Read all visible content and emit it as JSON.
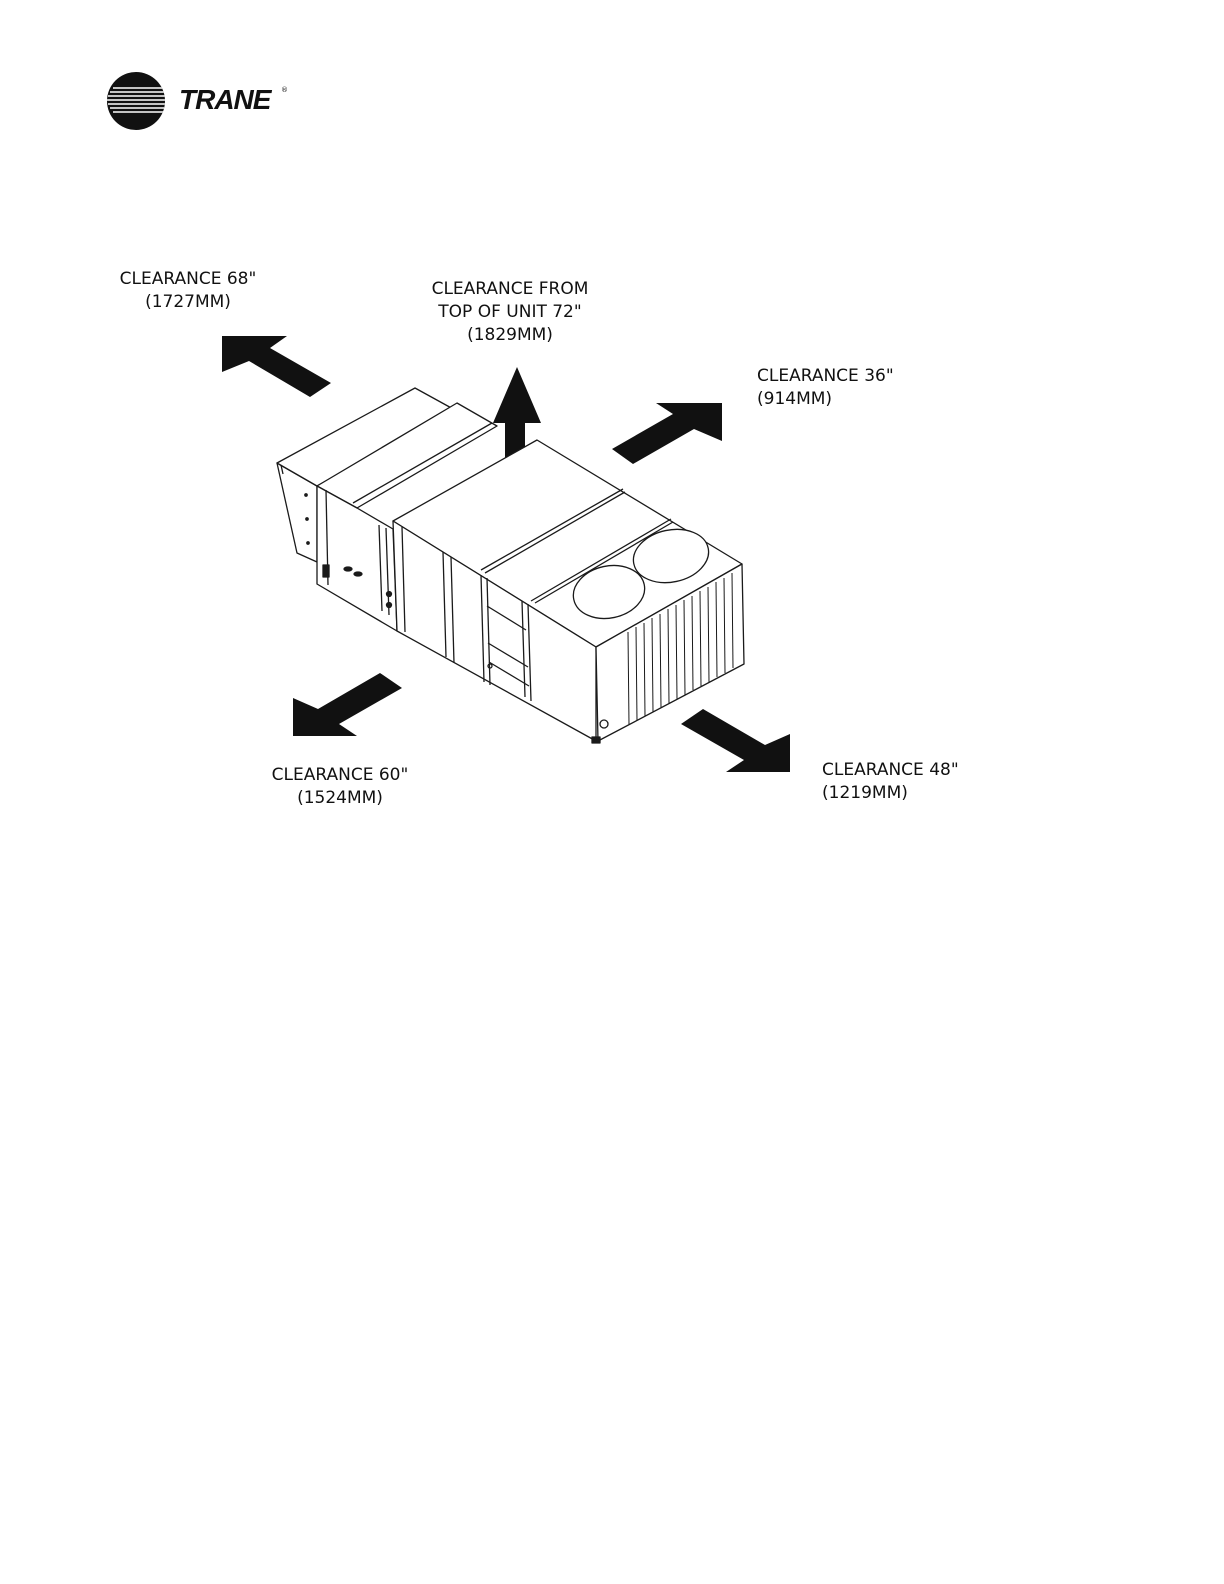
{
  "brand": {
    "name": "TRANE",
    "mark": "®"
  },
  "labels": {
    "rear_left": {
      "line1": "CLEARANCE 68\"",
      "line2": "(1727MM)"
    },
    "top": {
      "line1": "CLEARANCE FROM",
      "line2": "TOP OF UNIT 72\"",
      "line3": "(1829MM)"
    },
    "rear_right": {
      "line1": "CLEARANCE 36\"",
      "line2": "(914MM)"
    },
    "front_left": {
      "line1": "CLEARANCE 60\"",
      "line2": "(1524MM)"
    },
    "front_right": {
      "line1": "CLEARANCE 48\"",
      "line2": "(1219MM)"
    }
  },
  "icons": {
    "logo": "trane-logo-icon",
    "unit": "rooftop-unit-illustration",
    "arrows": [
      "arrow-up-left-icon",
      "arrow-up-icon",
      "arrow-up-right-icon",
      "arrow-down-left-icon",
      "arrow-down-right-icon"
    ]
  },
  "colors": {
    "ink": "#111111",
    "paper": "#ffffff"
  }
}
